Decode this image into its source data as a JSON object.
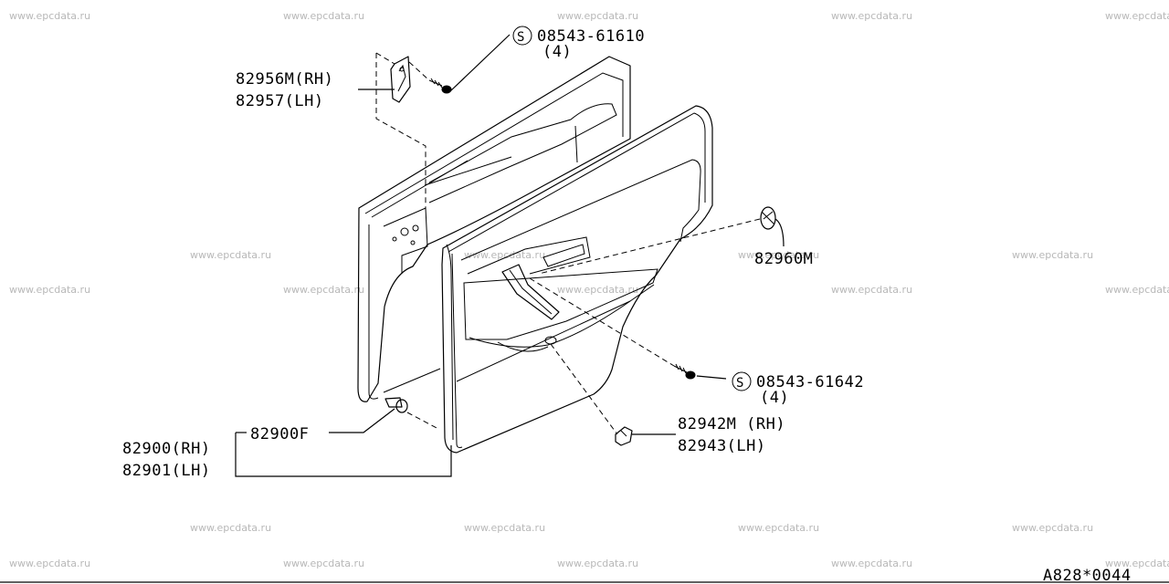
{
  "watermark": "www.epcdata.ru",
  "diagram_code": "A828*0044",
  "callouts": {
    "screw_top": {
      "symbol": "S",
      "part_no": "08543-61610",
      "qty": "(4)"
    },
    "screw_bottom": {
      "symbol": "S",
      "part_no": "08543-61642",
      "qty": "(4)"
    },
    "grip_bracket": {
      "rh": "82956M(RH)",
      "lh": "82957(LH)"
    },
    "escutcheon": {
      "part_no": "82960M"
    },
    "clip": {
      "part_no": "82900F"
    },
    "trim_panel": {
      "rh": "82900(RH)",
      "lh": "82901(LH)"
    },
    "cap": {
      "rh": "82942M (RH)",
      "lh": "82943(LH)"
    }
  }
}
